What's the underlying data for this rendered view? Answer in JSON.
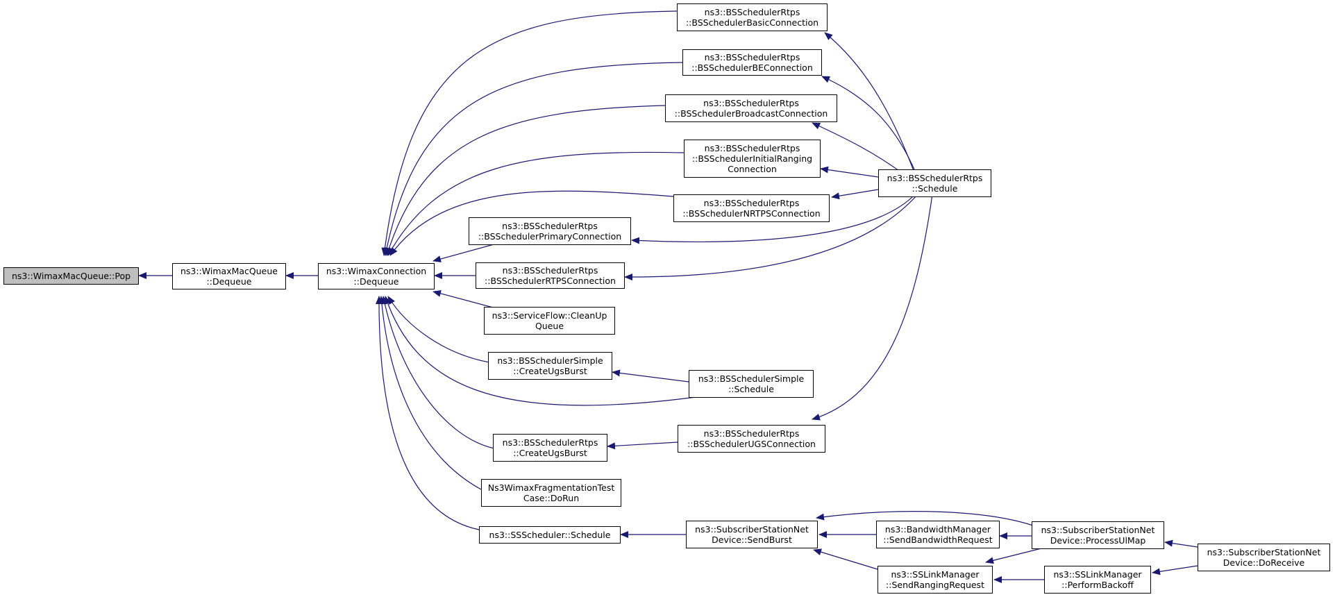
{
  "colors": {
    "edge": "#191970",
    "node_border": "#000000",
    "root_fill": "#bfbfbf",
    "node_fill": "#ffffff"
  },
  "nodes": {
    "pop": {
      "lines": [
        "ns3::WimaxMacQueue::Pop"
      ]
    },
    "wmq_dequeue": {
      "lines": [
        "ns3::WimaxMacQueue",
        "::Dequeue"
      ]
    },
    "wc_dequeue": {
      "lines": [
        "ns3::WimaxConnection",
        "::Dequeue"
      ]
    },
    "basic_conn": {
      "lines": [
        "ns3::BSSchedulerRtps",
        "::BSSchedulerBasicConnection"
      ]
    },
    "be_conn": {
      "lines": [
        "ns3::BSSchedulerRtps",
        "::BSSchedulerBEConnection"
      ]
    },
    "broadcast_conn": {
      "lines": [
        "ns3::BSSchedulerRtps",
        "::BSSchedulerBroadcastConnection"
      ]
    },
    "initranging_conn": {
      "lines": [
        "ns3::BSSchedulerRtps",
        "::BSSchedulerInitialRanging",
        "Connection"
      ]
    },
    "nrtps_conn": {
      "lines": [
        "ns3::BSSchedulerRtps",
        "::BSSchedulerNRTPSConnection"
      ]
    },
    "primary_conn": {
      "lines": [
        "ns3::BSSchedulerRtps",
        "::BSSchedulerPrimaryConnection"
      ]
    },
    "rtps_conn": {
      "lines": [
        "ns3::BSSchedulerRtps",
        "::BSSchedulerRTPSConnection"
      ]
    },
    "cleanup_queue": {
      "lines": [
        "ns3::ServiceFlow::CleanUp",
        "Queue"
      ]
    },
    "simple_ugs": {
      "lines": [
        "ns3::BSSchedulerSimple",
        "::CreateUgsBurst"
      ]
    },
    "simple_schedule": {
      "lines": [
        "ns3::BSSchedulerSimple",
        "::Schedule"
      ]
    },
    "rtps_ugs_burst": {
      "lines": [
        "ns3::BSSchedulerRtps",
        "::CreateUgsBurst"
      ]
    },
    "ugs_conn": {
      "lines": [
        "ns3::BSSchedulerRtps",
        "::BSSchedulerUGSConnection"
      ]
    },
    "rtps_schedule": {
      "lines": [
        "ns3::BSSchedulerRtps",
        "::Schedule"
      ]
    },
    "frag_test": {
      "lines": [
        "Ns3WimaxFragmentationTest",
        "Case::DoRun"
      ]
    },
    "ss_schedule": {
      "lines": [
        "ns3::SSScheduler::Schedule"
      ]
    },
    "send_burst": {
      "lines": [
        "ns3::SubscriberStationNet",
        "Device::SendBurst"
      ]
    },
    "bw_request": {
      "lines": [
        "ns3::BandwidthManager",
        "::SendBandwidthRequest"
      ]
    },
    "ranging_request": {
      "lines": [
        "ns3::SSLinkManager",
        "::SendRangingRequest"
      ]
    },
    "process_ulmap": {
      "lines": [
        "ns3::SubscriberStationNet",
        "Device::ProcessUlMap"
      ]
    },
    "perform_backoff": {
      "lines": [
        "ns3::SSLinkManager",
        "::PerformBackoff"
      ]
    },
    "do_receive": {
      "lines": [
        "ns3::SubscriberStationNet",
        "Device::DoReceive"
      ]
    }
  }
}
